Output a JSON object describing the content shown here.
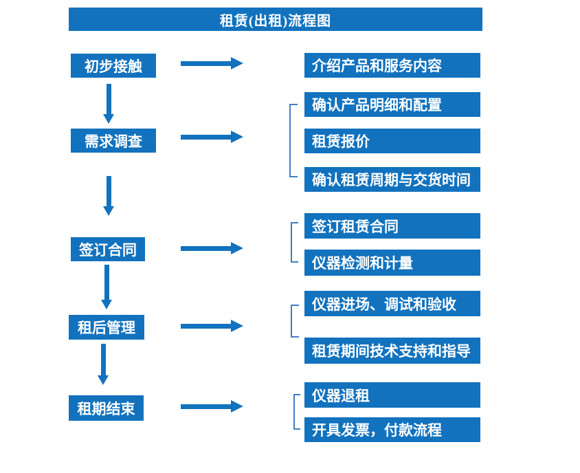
{
  "title": "租赁(出租)流程图",
  "colors": {
    "primary": "#1272BE",
    "bracket": "#3E7EC1",
    "text": "#FFFFFF",
    "background": "#FFFFFF"
  },
  "steps": [
    {
      "label": "初步接触",
      "details": [
        "介绍产品和服务内容"
      ]
    },
    {
      "label": "需求调查",
      "details": [
        "确认产品明细和配置",
        "租赁报价",
        "确认租赁周期与交货时间"
      ]
    },
    {
      "label": "签订合同",
      "details": [
        "签订租赁合同",
        "仪器检测和计量"
      ]
    },
    {
      "label": "租后管理",
      "details": [
        "仪器进场、调试和验收",
        "租赁期间技术支持和指导"
      ]
    },
    {
      "label": "租期结束",
      "details": [
        "仪器退租",
        "开具发票，付款流程"
      ]
    }
  ]
}
